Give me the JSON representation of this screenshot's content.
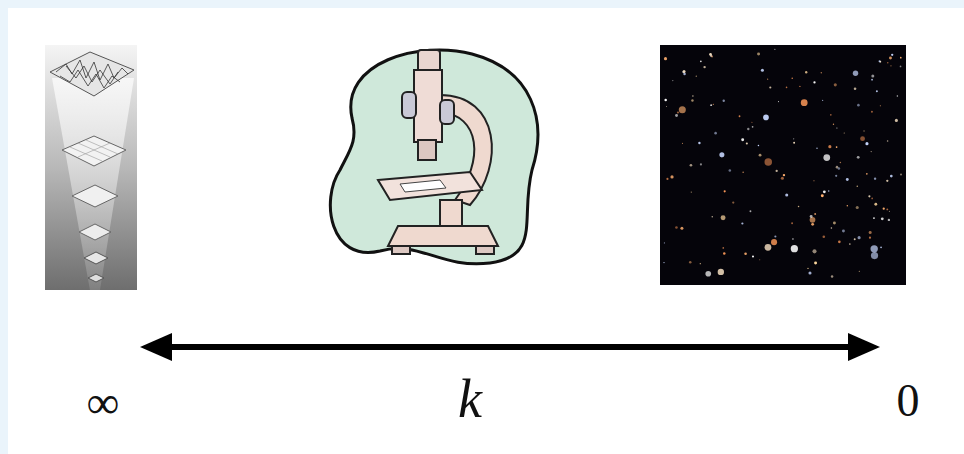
{
  "diagram": {
    "labels": [
      "∞",
      "k",
      "0"
    ]
  }
}
